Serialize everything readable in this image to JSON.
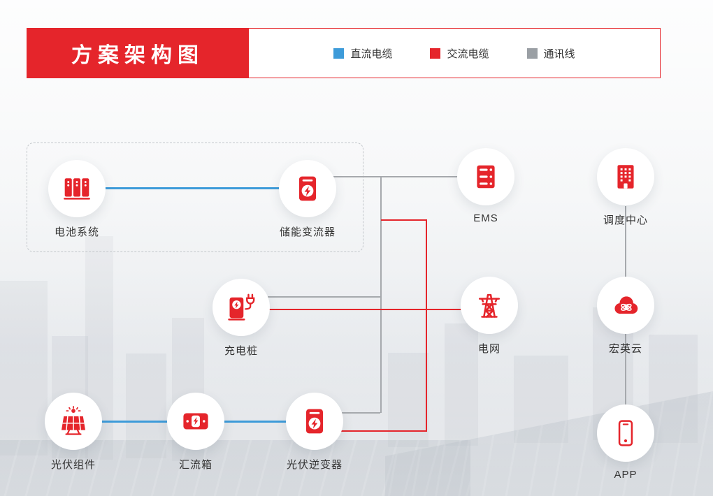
{
  "colors": {
    "red": "#e5252b",
    "blue": "#3d9bd9",
    "gray": "#9a9fa4",
    "line": "#a6a9ad",
    "text": "#333333"
  },
  "header": {
    "title": "方案架构图",
    "legend": [
      {
        "label": "直流电缆",
        "color": "#3d9bd9",
        "icon": "blue-square-swatch"
      },
      {
        "label": "交流电缆",
        "color": "#e5252b",
        "icon": "red-square-swatch"
      },
      {
        "label": "通讯线",
        "color": "#9a9fa4",
        "icon": "gray-square-swatch"
      }
    ]
  },
  "nodes": {
    "battery": {
      "label": "电池系统",
      "icon": "battery-cabinet-icon"
    },
    "pcs": {
      "label": "储能变流器",
      "icon": "converter-icon"
    },
    "ems": {
      "label": "EMS",
      "icon": "server-icon"
    },
    "dispatch": {
      "label": "调度中心",
      "icon": "building-icon"
    },
    "charger": {
      "label": "充电桩",
      "icon": "ev-charger-icon"
    },
    "grid": {
      "label": "电网",
      "icon": "transmission-tower-icon"
    },
    "cloud": {
      "label": "宏英云",
      "icon": "cloud-icon"
    },
    "pv": {
      "label": "光伏组件",
      "icon": "solar-panel-icon"
    },
    "combiner": {
      "label": "汇流箱",
      "icon": "combiner-box-icon"
    },
    "inverter": {
      "label": "光伏逆变器",
      "icon": "converter-icon"
    },
    "app": {
      "label": "APP",
      "icon": "phone-icon"
    }
  },
  "edges": [
    {
      "from": "battery",
      "to": "pcs",
      "type": "dc"
    },
    {
      "from": "pv",
      "to": "combiner",
      "type": "dc"
    },
    {
      "from": "combiner",
      "to": "inverter",
      "type": "dc"
    },
    {
      "from": "pcs",
      "to": "ems",
      "type": "comm"
    },
    {
      "from": "pcs",
      "to": "charger",
      "type": "comm"
    },
    {
      "from": "pcs",
      "to": "inverter",
      "type": "comm"
    },
    {
      "from": "pcs",
      "to": "grid",
      "type": "ac"
    },
    {
      "from": "charger",
      "to": "grid",
      "type": "ac"
    },
    {
      "from": "inverter",
      "to": "grid",
      "type": "ac"
    },
    {
      "from": "dispatch",
      "to": "cloud",
      "type": "comm"
    },
    {
      "from": "cloud",
      "to": "app",
      "type": "comm"
    }
  ]
}
